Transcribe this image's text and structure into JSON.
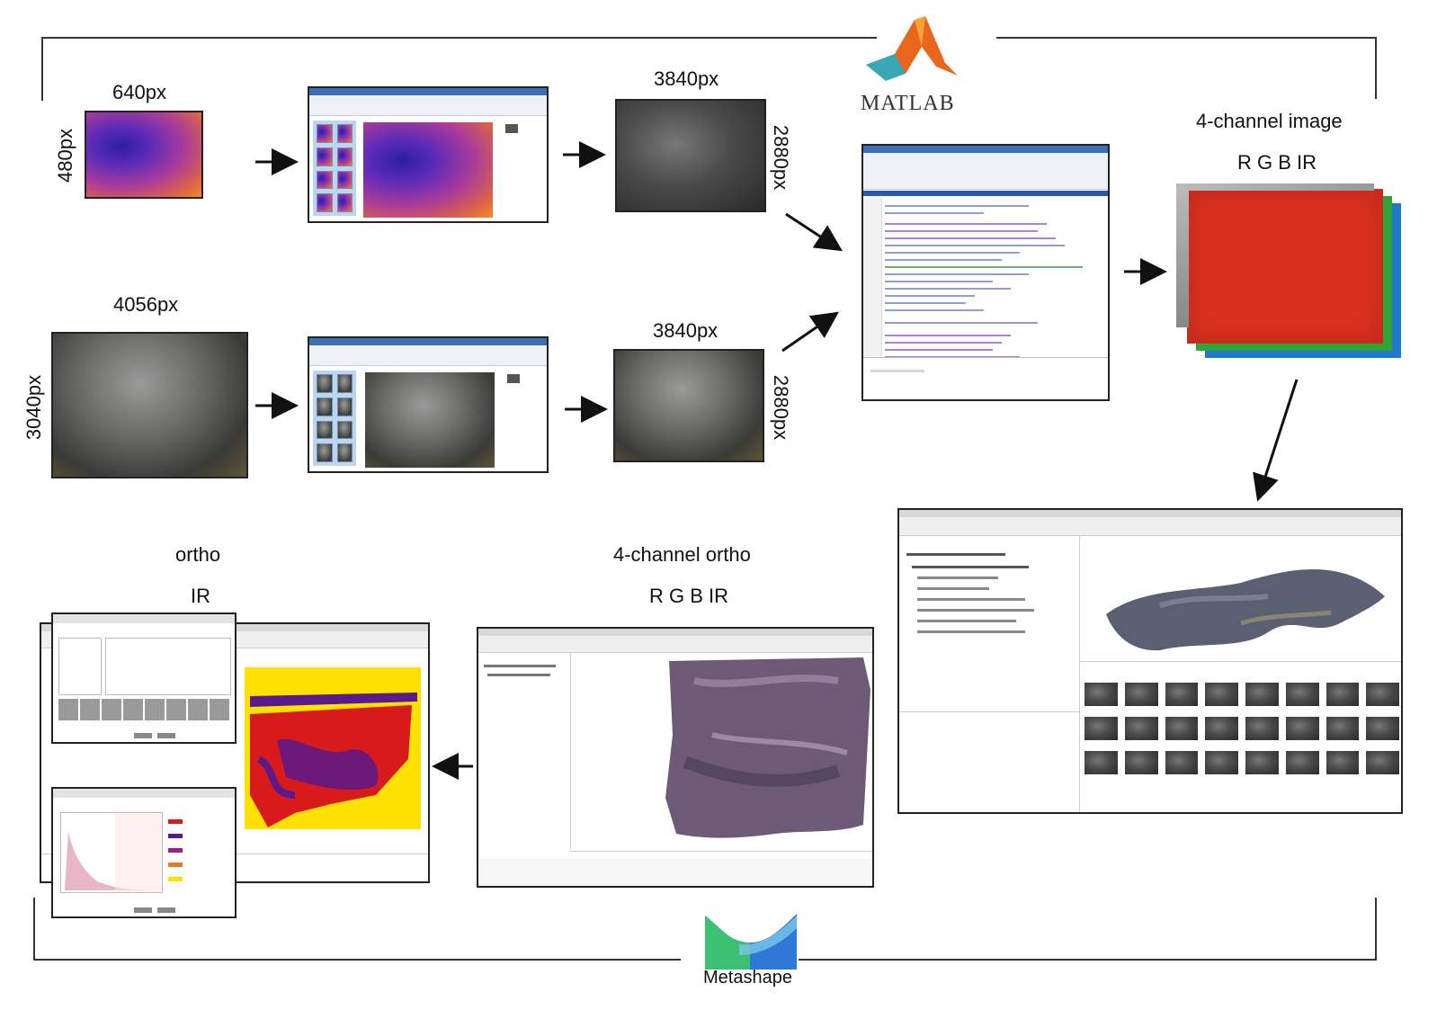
{
  "diagram": {
    "matlab_logo_text": "MATLAB",
    "metashape_logo_text": "Metashape",
    "thermal_input": {
      "width_label": "640px",
      "height_label": "480px"
    },
    "rgb_input": {
      "width_label": "4056px",
      "height_label": "3040px"
    },
    "thermal_output": {
      "width_label": "3840px",
      "height_label": "2880px"
    },
    "rgb_output": {
      "width_label": "3840px",
      "height_label": "2880px"
    },
    "four_channel_image": {
      "title": "4-channel image",
      "bands": "R G B IR"
    },
    "four_channel_ortho": {
      "title": "4-channel ortho",
      "bands": "R G B IR"
    },
    "ir_ortho": {
      "title": "ortho",
      "bands": "IR"
    }
  },
  "colors": {
    "thermal_dark": "#2b1fa0",
    "thermal_mid": "#a73b9b",
    "thermal_hot": "#f28a2a",
    "channel_red": "#d9301f",
    "channel_green": "#2ea43a",
    "channel_blue": "#1f78c8",
    "ir_red": "#d81a1a",
    "ir_yellow": "#ffe100",
    "ir_purple": "#5b1a8c",
    "metashape_green": "#3cc173",
    "metashape_blue": "#2f78d8",
    "matlab_orange": "#e8671d"
  },
  "icons": [
    "matlab-logo-icon",
    "metashape-logo-icon",
    "arrow-right-icon",
    "arrow-left-icon",
    "arrow-diagonal-icon"
  ]
}
